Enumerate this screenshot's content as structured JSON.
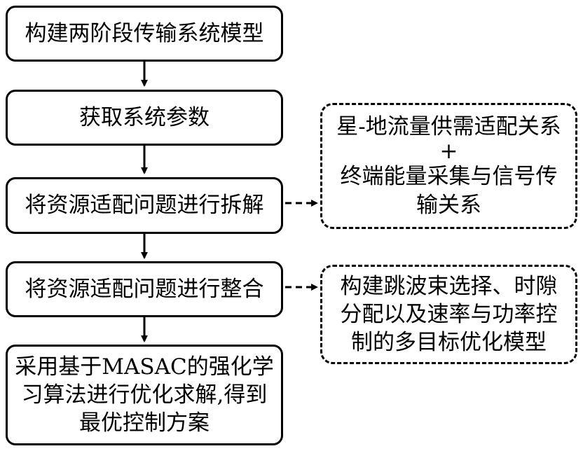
{
  "steps": [
    {
      "lines": [
        "构建两阶段传输系统模型"
      ]
    },
    {
      "lines": [
        "获取系统参数"
      ]
    },
    {
      "lines": [
        "将资源适配问题进行拆解"
      ]
    },
    {
      "lines": [
        "将资源适配问题进行整合"
      ]
    },
    {
      "lines": [
        "采用基于MASAC的强化学",
        "习算法进行优化求解,得到",
        "最优控制方案"
      ]
    }
  ],
  "notes": [
    {
      "lines": [
        "星-地流量供需适配关系",
        "+",
        "终端能量采集与信号传",
        "输关系"
      ]
    },
    {
      "lines": [
        "构建跳波束选择、时隙",
        "分配以及速率与功率控",
        "制的多目标优化模型"
      ]
    }
  ]
}
